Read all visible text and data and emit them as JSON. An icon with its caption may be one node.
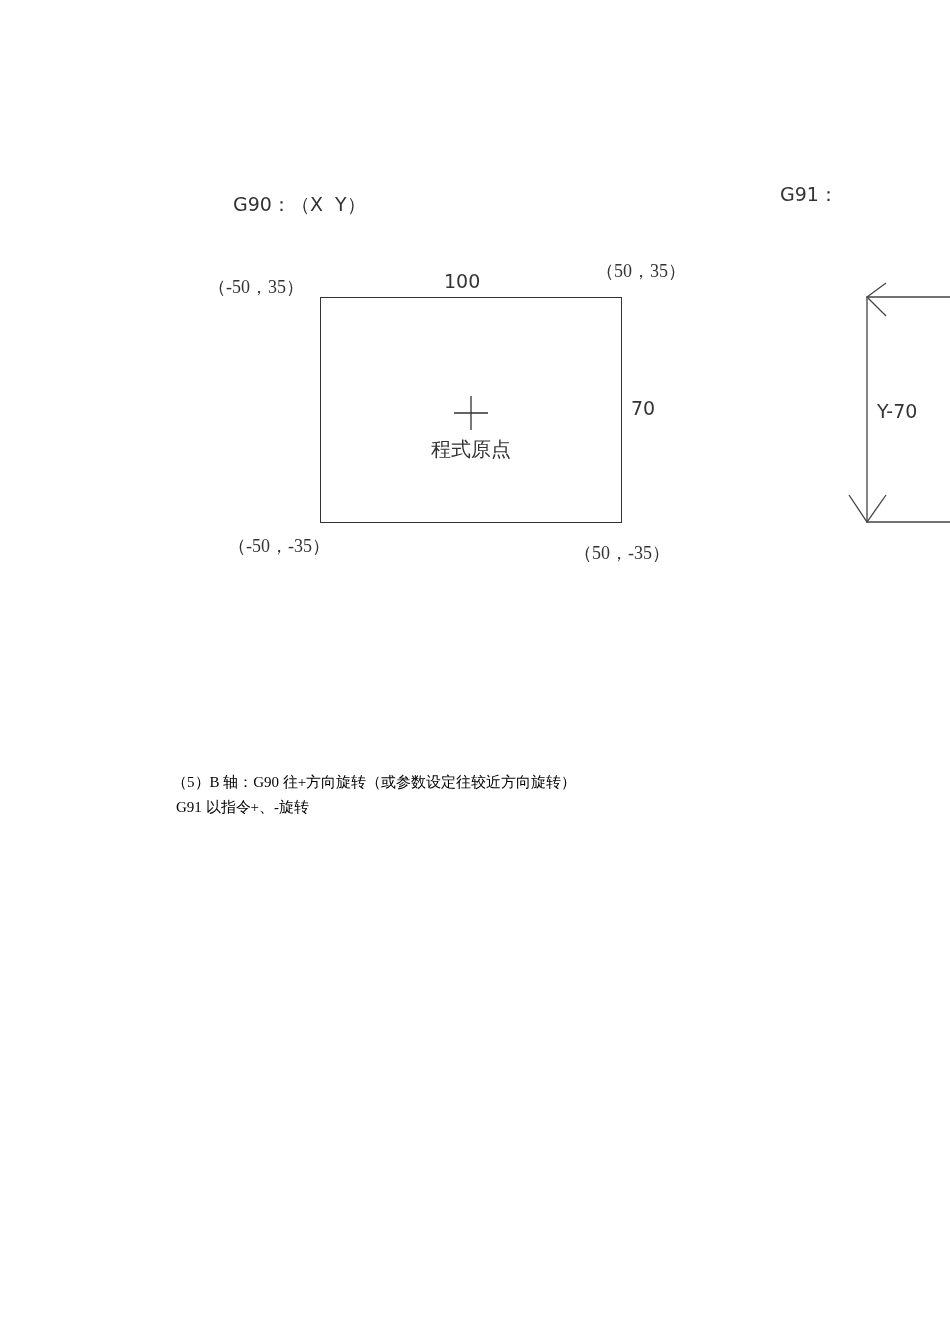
{
  "diagram": {
    "nodes": [
      {
        "text": [
          "程式原点"
        ]
      }
    ],
    "labels": [
      "G90：（X  Y）",
      "G91：",
      "（-50，35）",
      "100",
      "（50，35）",
      "70",
      "（-50，-35）",
      "（50，-35）",
      "Y-70",
      "（5）B 轴：G90 往+方向旋转（或参数设定往较近方向旋转）",
      "G91 以指令+、-旋转"
    ]
  }
}
